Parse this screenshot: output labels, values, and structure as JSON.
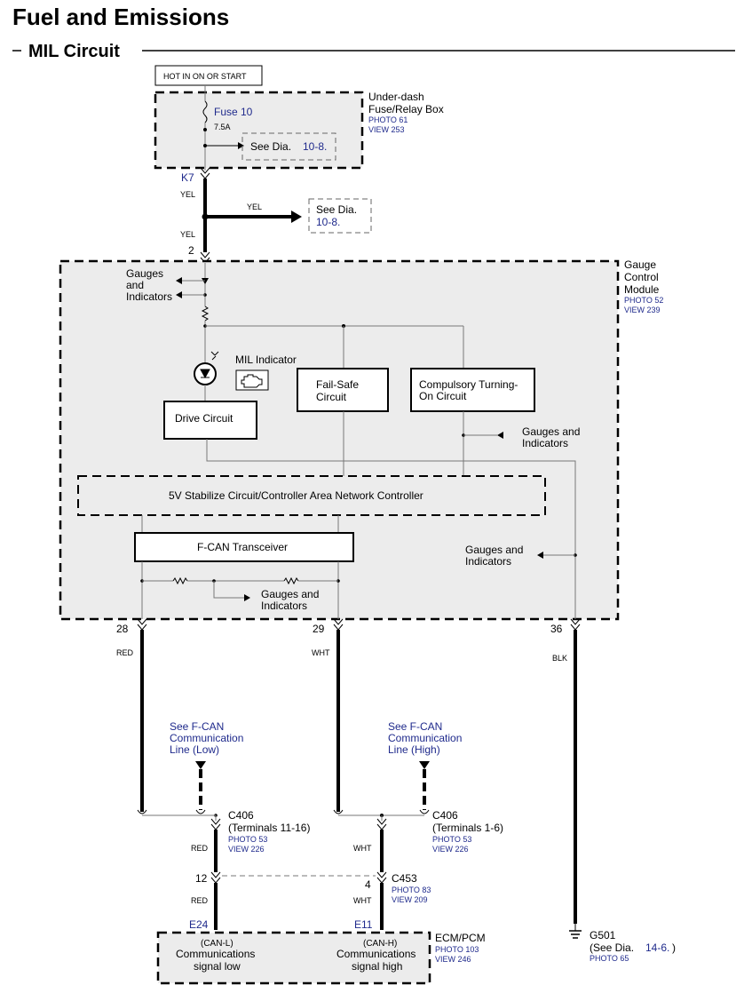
{
  "title": "Fuel and Emissions",
  "subtitle": "MIL Circuit",
  "power_label": "HOT IN ON OR START",
  "fuse_box": {
    "name_line1": "Under-dash",
    "name_line2": "Fuse/Relay Box",
    "photo": "PHOTO 61",
    "view": "VIEW 253"
  },
  "fuse": {
    "name": "Fuse 10",
    "rating": "7.5A"
  },
  "see_dia_prefix": "See Dia.",
  "see_dia_ref": "10-8.",
  "terminal_k7": "K7",
  "wire_yel": "YEL",
  "terminal_2": "2",
  "module": {
    "name_line1": "Gauge",
    "name_line2": "Control",
    "name_line3": "Module",
    "photo": "PHOTO 52",
    "view": "VIEW 239"
  },
  "gauges_line1": "Gauges",
  "gauges_line2": "and",
  "gauges_line3": "Indicators",
  "gauges_and": "Gauges and",
  "indicators": "Indicators",
  "mil_indicator": "MIL Indicator",
  "drive_circuit": "Drive Circuit",
  "failsafe_line1": "Fail-Safe",
  "failsafe_line2": "Circuit",
  "compulsory_line1": "Compulsory Turning-",
  "compulsory_line2": "On Circuit",
  "stabilize": "5V Stabilize Circuit/Controller Area Network Controller",
  "transceiver": "F-CAN Transceiver",
  "pins": {
    "p28": "28",
    "p29": "29",
    "p36": "36"
  },
  "wires": {
    "red": "RED",
    "wht": "WHT",
    "blk": "BLK"
  },
  "fcan_low": {
    "l1": "See F-CAN",
    "l2": "Communication",
    "l3": "Line (Low)"
  },
  "fcan_high": {
    "l1": "See F-CAN",
    "l2": "Communication",
    "l3": "Line (High)"
  },
  "c406_left": {
    "name": "C406",
    "terms": "(Terminals 11-16)",
    "photo": "PHOTO 53",
    "view": "VIEW 226"
  },
  "c406_right": {
    "name": "C406",
    "terms": "(Terminals 1-6)",
    "photo": "PHOTO 53",
    "view": "VIEW 226"
  },
  "c453": {
    "name": "C453",
    "photo": "PHOTO 83",
    "view": "VIEW 209",
    "pin_left": "12",
    "pin_right": "4"
  },
  "ecm": {
    "name": "ECM/PCM",
    "photo": "PHOTO 103",
    "view": "VIEW 246",
    "t_left": "E24",
    "t_right": "E11",
    "canl": "(CAN-L)",
    "canh": "(CAN-H)",
    "comm": "Communications",
    "sig_low": "signal low",
    "sig_high": "signal high"
  },
  "ground": {
    "name": "G501",
    "see": "(See Dia.",
    "ref": "14-6.",
    "close": ")",
    "photo": "PHOTO 65"
  }
}
